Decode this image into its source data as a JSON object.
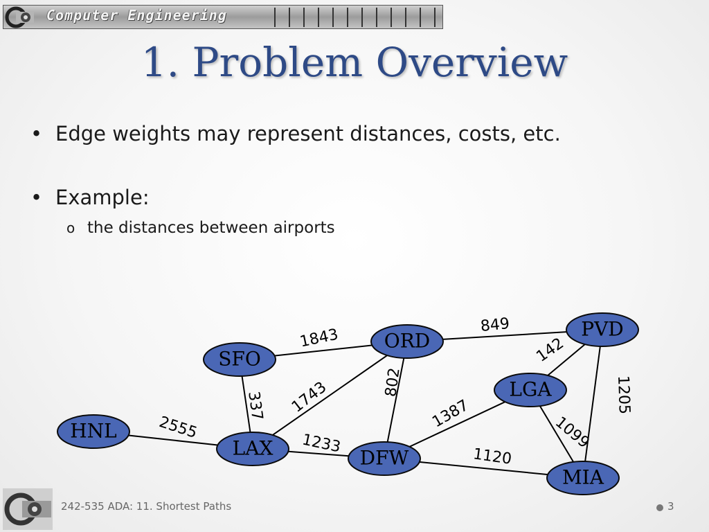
{
  "banner": {
    "text": "Computer Engineering"
  },
  "title": "1. Problem Overview",
  "bullets": [
    {
      "bullet": "•",
      "text": "Edge weights may represent distances, costs, etc."
    },
    {
      "bullet": "•",
      "text": "Example:"
    }
  ],
  "sub_bullet": {
    "bullet": "o",
    "text": "the distances between airports"
  },
  "graph": {
    "nodes": [
      {
        "id": "HNL",
        "label": "HNL"
      },
      {
        "id": "SFO",
        "label": "SFO"
      },
      {
        "id": "LAX",
        "label": "LAX"
      },
      {
        "id": "ORD",
        "label": "ORD"
      },
      {
        "id": "DFW",
        "label": "DFW"
      },
      {
        "id": "PVD",
        "label": "PVD"
      },
      {
        "id": "LGA",
        "label": "LGA"
      },
      {
        "id": "MIA",
        "label": "MIA"
      }
    ],
    "edges": [
      {
        "from": "HNL",
        "to": "LAX",
        "weight": "2555"
      },
      {
        "from": "SFO",
        "to": "LAX",
        "weight": "337"
      },
      {
        "from": "SFO",
        "to": "ORD",
        "weight": "1843"
      },
      {
        "from": "LAX",
        "to": "ORD",
        "weight": "1743"
      },
      {
        "from": "LAX",
        "to": "DFW",
        "weight": "1233"
      },
      {
        "from": "ORD",
        "to": "DFW",
        "weight": "802"
      },
      {
        "from": "ORD",
        "to": "PVD",
        "weight": "849"
      },
      {
        "from": "PVD",
        "to": "LGA",
        "weight": "142"
      },
      {
        "from": "PVD",
        "to": "MIA",
        "weight": "1205"
      },
      {
        "from": "DFW",
        "to": "LGA",
        "weight": "1387"
      },
      {
        "from": "LGA",
        "to": "MIA",
        "weight": "1099"
      },
      {
        "from": "DFW",
        "to": "MIA",
        "weight": "1120"
      }
    ],
    "colors": {
      "node_fill": "#4a67b5",
      "node_stroke": "#0a0a0a",
      "edge": "#000000"
    }
  },
  "footer": {
    "text": "242-535 ADA:  11. Shortest Paths",
    "page": "3"
  }
}
